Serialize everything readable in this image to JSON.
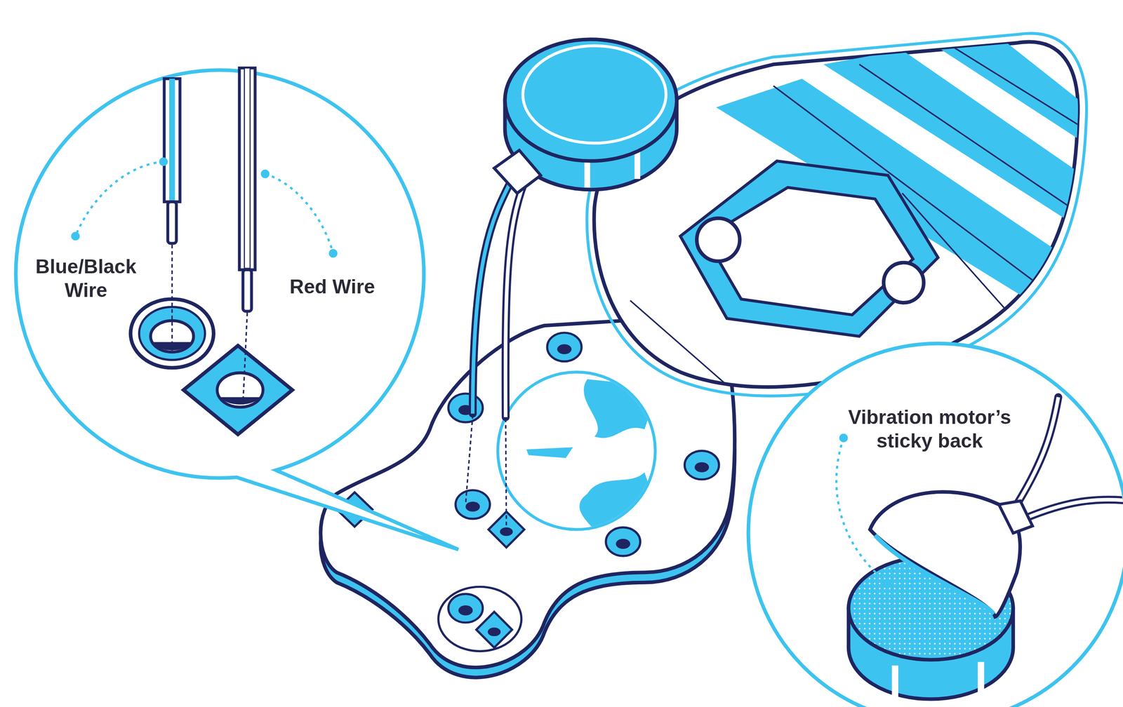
{
  "diagram": {
    "labels": [
      "Blue/Black Wire",
      "Red Wire",
      "Vibration motor’s sticky back"
    ]
  }
}
